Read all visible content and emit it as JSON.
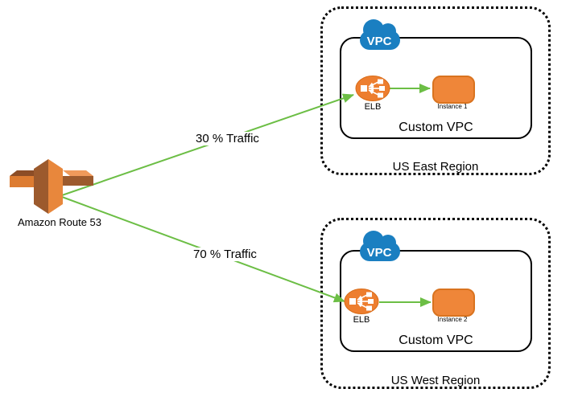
{
  "colors": {
    "arrow_green": "#6cbe45",
    "aws_orange": "#e8873c",
    "aws_orange_dark": "#9c5a2d",
    "vpc_blue": "#1a7fc1",
    "instance_orange": "#ef8639",
    "instance_border": "#d9731f"
  },
  "route53": {
    "label": "Amazon Route 53"
  },
  "arrows": [
    {
      "name": "east-traffic",
      "label": "30 % Traffic"
    },
    {
      "name": "west-traffic",
      "label": "70 % Traffic"
    }
  ],
  "regions": [
    {
      "name": "us-east",
      "label": "US East Region",
      "vpc": {
        "label": "Custom VPC",
        "cloud_label": "VPC",
        "elb_label": "ELB",
        "instance_label": "Instance 1"
      }
    },
    {
      "name": "us-west",
      "label": "US West Region",
      "vpc": {
        "label": "Custom VPC",
        "cloud_label": "VPC",
        "elb_label": "ELB",
        "instance_label": "Instance 2"
      }
    }
  ]
}
